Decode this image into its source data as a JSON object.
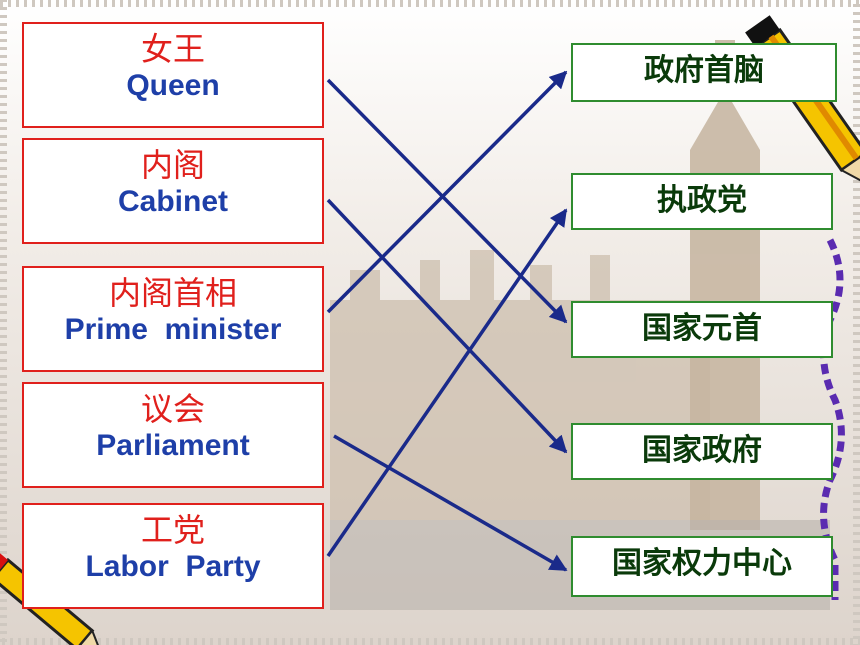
{
  "left_items": [
    {
      "zh": "女王",
      "en": "Queen"
    },
    {
      "zh": "内阁",
      "en": "Cabinet"
    },
    {
      "zh": "内阁首相",
      "en": "Prime  minister"
    },
    {
      "zh": "议会",
      "en": "Parliament"
    },
    {
      "zh": "工党",
      "en": "Labor  Party"
    }
  ],
  "right_items": [
    {
      "text": "政府首脑"
    },
    {
      "text": "执政党"
    },
    {
      "text": "国家元首"
    },
    {
      "text": "国家政府"
    },
    {
      "text": "国家权力中心"
    }
  ],
  "matches": [
    {
      "from": 0,
      "to": 2
    },
    {
      "from": 1,
      "to": 3
    },
    {
      "from": 2,
      "to": 0
    },
    {
      "from": 3,
      "to": 4
    },
    {
      "from": 4,
      "to": 1
    }
  ],
  "colors": {
    "left_border": "#e0201c",
    "left_zh_text": "#e0201c",
    "left_en_text": "#1e3fa8",
    "right_border": "#2f8c2f",
    "right_text": "#0a3a0a",
    "connector": "#1a2a8a"
  }
}
